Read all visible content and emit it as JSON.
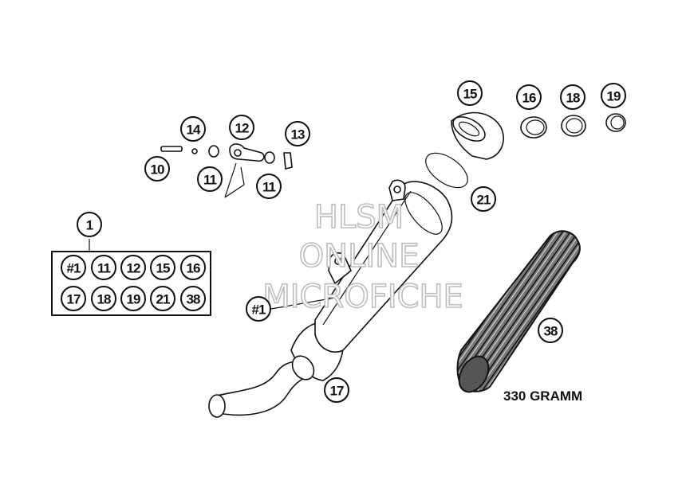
{
  "kit_label": "1",
  "kit_items": [
    "#1",
    "11",
    "12",
    "15",
    "16",
    "17",
    "18",
    "19",
    "21",
    "38"
  ],
  "callouts": {
    "c10": "10",
    "c11a": "11",
    "c11b": "11",
    "c12": "12",
    "c13": "13",
    "c14": "14",
    "c15": "15",
    "c16": "16",
    "c18": "18",
    "c19": "19",
    "c21": "21",
    "c38": "38",
    "c17": "17",
    "c1ref": "#1"
  },
  "watermark": {
    "line1": "HLSM",
    "line2": "ONLINE",
    "line3": "MICROFICHE"
  },
  "weight_note": "330 GRAMM"
}
